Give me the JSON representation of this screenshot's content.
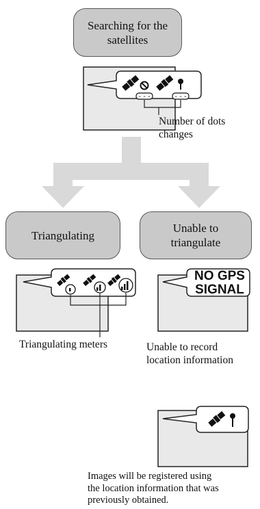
{
  "states": {
    "searching": {
      "label_line1": "Searching for the",
      "label_line2": "satellites"
    },
    "triangulating": {
      "label": "Triangulating"
    },
    "unable": {
      "label_line1": "Unable to",
      "label_line2": "triangulate"
    }
  },
  "captions": {
    "dots_line1": "Number of dots",
    "dots_line2": "changes",
    "meters": "Triangulating meters",
    "unable_line1": "Unable to record",
    "unable_line2": "location information",
    "images_line1": "Images will be registered using",
    "images_line2": "the location information that was",
    "images_line3": "previously obtained."
  },
  "indicators": {
    "no_gps_line1": "NO GPS",
    "no_gps_line2": "SIGNAL"
  },
  "icons": [
    "satellite-searching-icon",
    "satellite-locating-icon",
    "satellite-signal-icon",
    "satellite-last-location-icon"
  ],
  "colors": {
    "pill_fill": "#c9c9c9",
    "arrow": "#d9d9d9",
    "screen": "#e9e9e9"
  }
}
